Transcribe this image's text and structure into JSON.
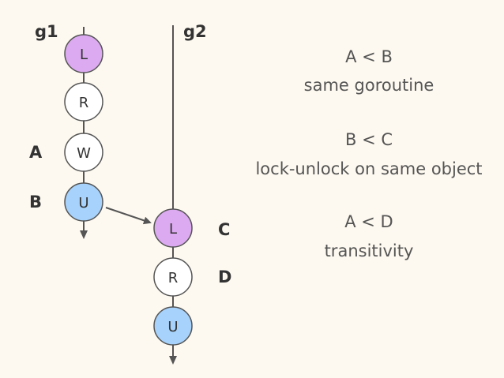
{
  "goroutines": {
    "g1": "g1",
    "g2": "g2"
  },
  "events": {
    "A": "A",
    "B": "B",
    "C": "C",
    "D": "D"
  },
  "nodes": {
    "g1": [
      {
        "letter": "L",
        "fill": "#dcaaf0"
      },
      {
        "letter": "R",
        "fill": "#ffffff"
      },
      {
        "letter": "W",
        "fill": "#ffffff"
      },
      {
        "letter": "U",
        "fill": "#a7d2fb"
      }
    ],
    "g2": [
      {
        "letter": "L",
        "fill": "#dcaaf0"
      },
      {
        "letter": "R",
        "fill": "#ffffff"
      },
      {
        "letter": "U",
        "fill": "#a7d2fb"
      }
    ]
  },
  "rules": [
    {
      "relation": "A < B",
      "reason": "same goroutine"
    },
    {
      "relation": "B < C",
      "reason": "lock-unlock on same object"
    },
    {
      "relation": "A < D",
      "reason": "transitivity"
    }
  ],
  "colors": {
    "background": "#fdf9f0",
    "line": "#555555",
    "lock": "#dcaaf0",
    "unlock": "#a7d2fb",
    "plain": "#ffffff"
  }
}
